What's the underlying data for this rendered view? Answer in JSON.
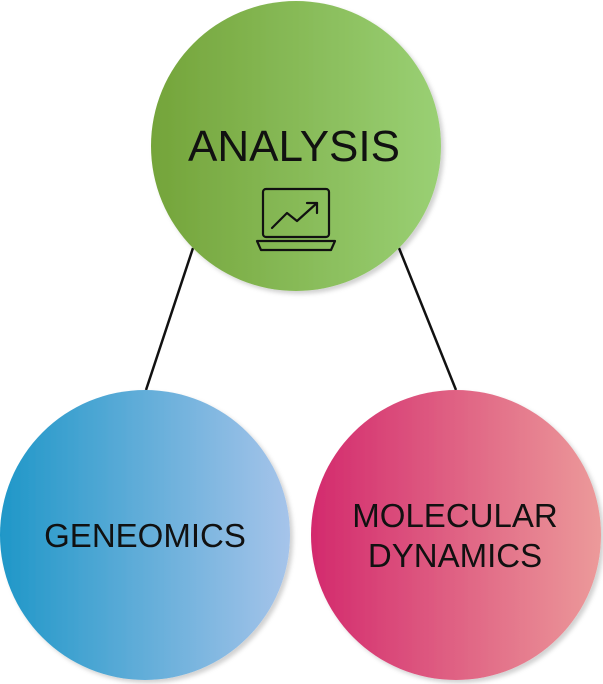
{
  "nodes": {
    "top": {
      "label": "ANALYSIS",
      "icon": "laptop-chart-icon",
      "gradient": [
        "#74a43a",
        "#9ad074"
      ]
    },
    "left": {
      "label": "GENEOMICS",
      "gradient": [
        "#1f97c8",
        "#a6c4ea"
      ]
    },
    "right": {
      "label_line1": "MOLECULAR",
      "label_line2": "DYNAMICS",
      "gradient": [
        "#d32a6d",
        "#ec9a9a"
      ]
    }
  },
  "connector_color": "#111111"
}
